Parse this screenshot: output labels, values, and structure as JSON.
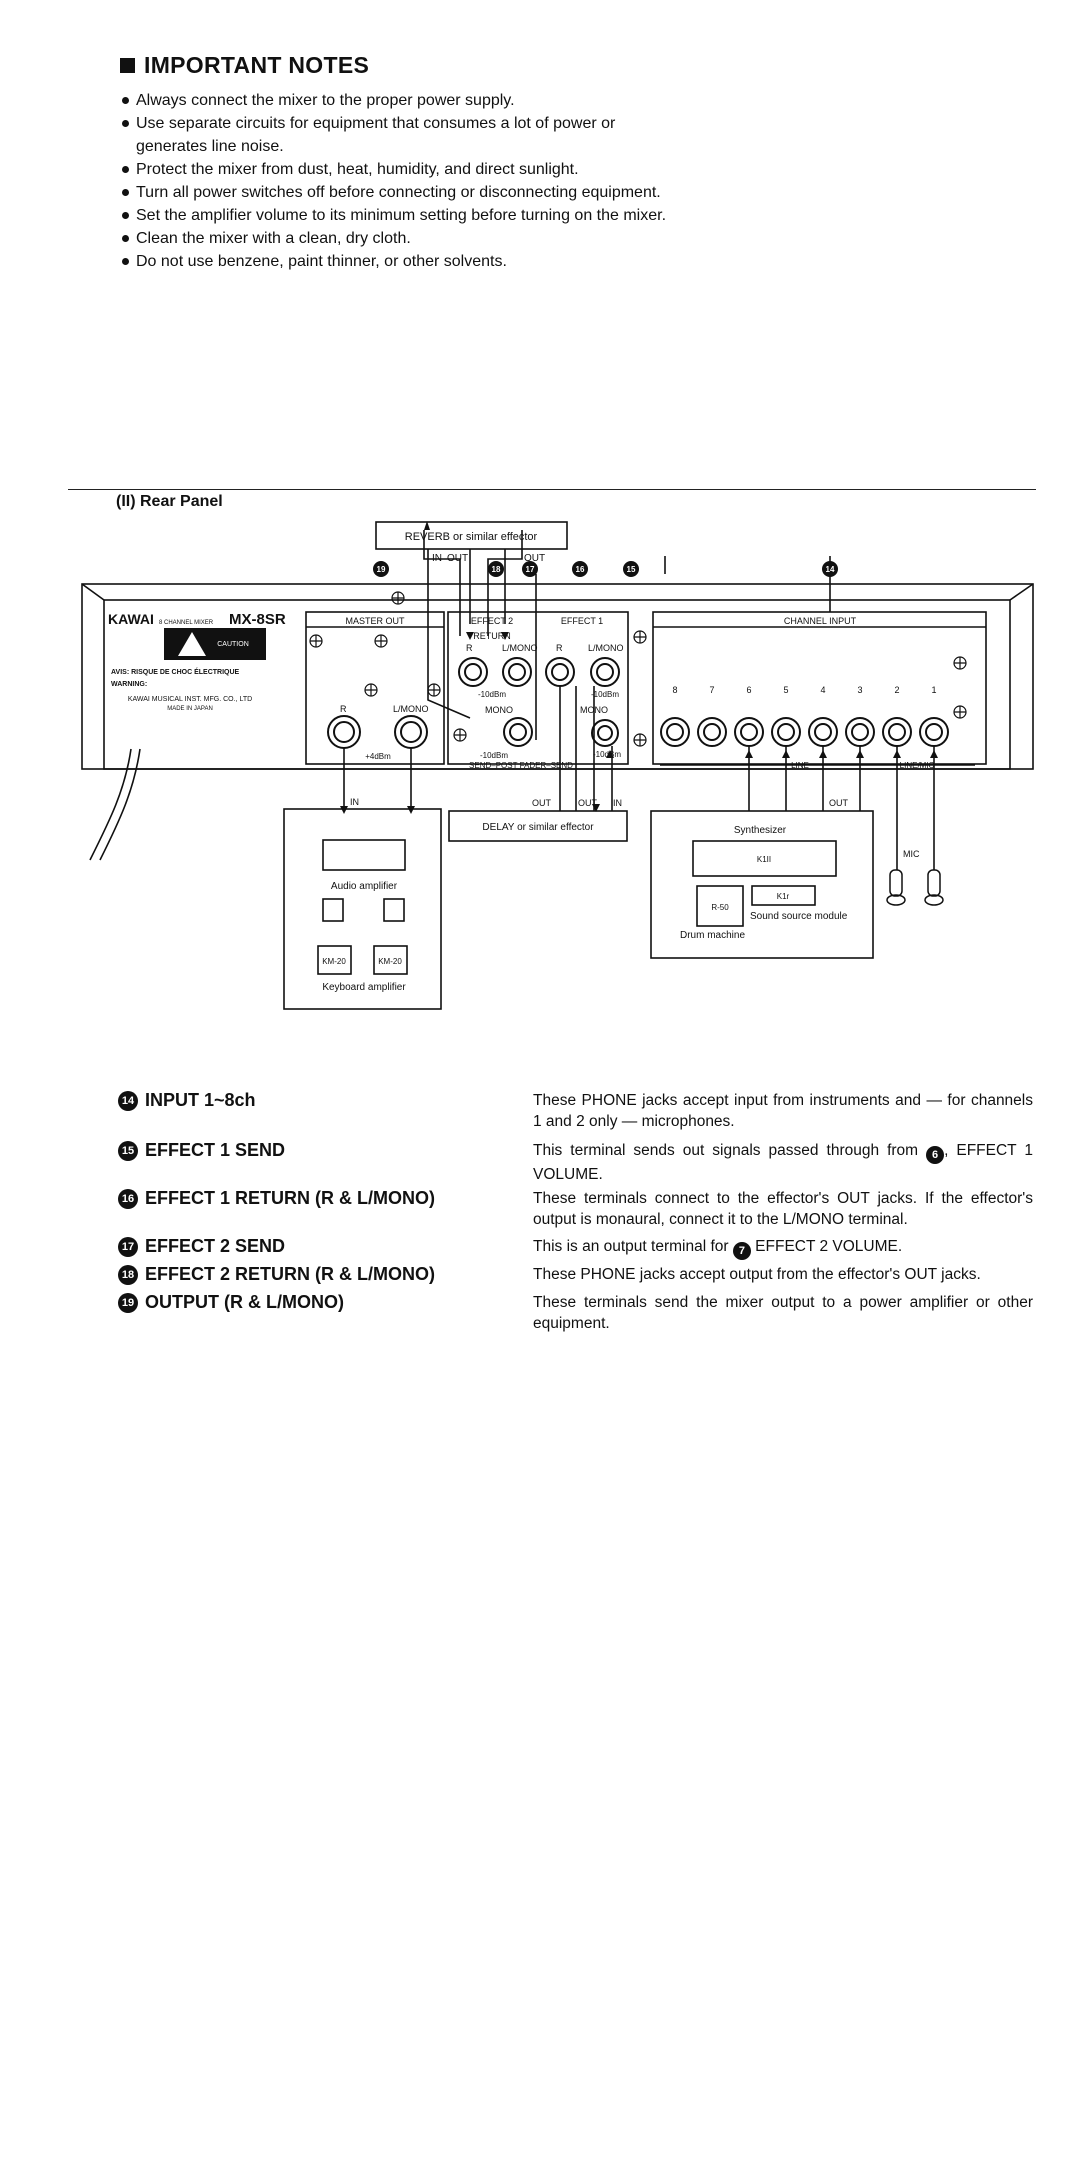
{
  "notes": {
    "title": "IMPORTANT NOTES",
    "items": [
      "Always connect the mixer to the proper power supply.",
      "Use separate circuits for equipment that consumes a lot of power or generates line noise.",
      "Protect the mixer from dust, heat, humidity, and direct sunlight.",
      "Turn all power switches off before connecting or disconnecting equipment.",
      "Set the amplifier volume to its minimum setting before turning on the mixer.",
      "Clean the mixer with a clean, dry cloth.",
      "Do not use benzene, paint thinner, or other solvents."
    ]
  },
  "rear_panel": {
    "title": "(II)   Rear Panel",
    "reverb_box": "REVERB or similar effector",
    "in": "IN",
    "out": "OUT",
    "brand": "KAWAI",
    "model_small": "8 CHANNEL MIXER",
    "model": "MX-8SR",
    "caution": "CAUTION",
    "avis": "AVIS: RISQUE DE CHOC ÉLECTRIQUE",
    "warning": "WARNING:",
    "maker1": "KAWAI MUSICAL INST. MFG. CO., LTD",
    "maker2": "MADE IN JAPAN",
    "master_out": "MASTER OUT",
    "effect2": "EFFECT 2",
    "effect1": "EFFECT 1",
    "return_label": "RETURN",
    "channel_input": "CHANNEL INPUT",
    "r": "R",
    "l_mono": "L/MONO",
    "mono": "MONO",
    "level_master": "+4dBm",
    "level_minus10": "-10dBm",
    "send_post": "SEND–POST FADER–SEND",
    "line": "LINE",
    "line_mic": "LINE/MIC",
    "channel_nums": [
      "8",
      "7",
      "6",
      "5",
      "4",
      "3",
      "2",
      "1"
    ],
    "delay_box": "DELAY or similar effector",
    "audio_amp": "Audio amplifier",
    "km20": "KM-20",
    "keyboard_amp": "Keyboard amplifier",
    "synth": "Synthesizer",
    "k1ii": "K1II",
    "k1r": "K1r",
    "r50": "R-50",
    "sound_module": "Sound source module",
    "drum": "Drum machine",
    "mic": "MIC",
    "callouts": [
      "19",
      "18",
      "17",
      "16",
      "15",
      "14"
    ]
  },
  "descriptions": [
    {
      "num": "14",
      "title": "INPUT 1~8ch",
      "text": "These PHONE jacks accept input from instruments and — for channels 1 and 2 only — microphones."
    },
    {
      "num": "15",
      "title": "EFFECT 1 SEND",
      "text_before": "This terminal sends out signals passed through from ",
      "ref_num": "6",
      "text_after": ", EFFECT 1 VOLUME."
    },
    {
      "num": "16",
      "title": "EFFECT 1 RETURN (R & L/MONO)",
      "text": "These terminals connect to the effector's OUT jacks. If the effector's output is monaural, connect it to the L/MONO terminal."
    },
    {
      "num": "17",
      "title": "EFFECT 2 SEND",
      "text_before": "This is an output terminal for ",
      "ref_num": "7",
      "text_after": " EFFECT 2 VOLUME."
    },
    {
      "num": "18",
      "title": "EFFECT 2 RETURN (R & L/MONO)",
      "text": "These PHONE jacks accept output from the effector's OUT jacks."
    },
    {
      "num": "19",
      "title": "OUTPUT (R & L/MONO)",
      "text": "These terminals send the mixer output to a power amplifier or other equipment."
    }
  ]
}
